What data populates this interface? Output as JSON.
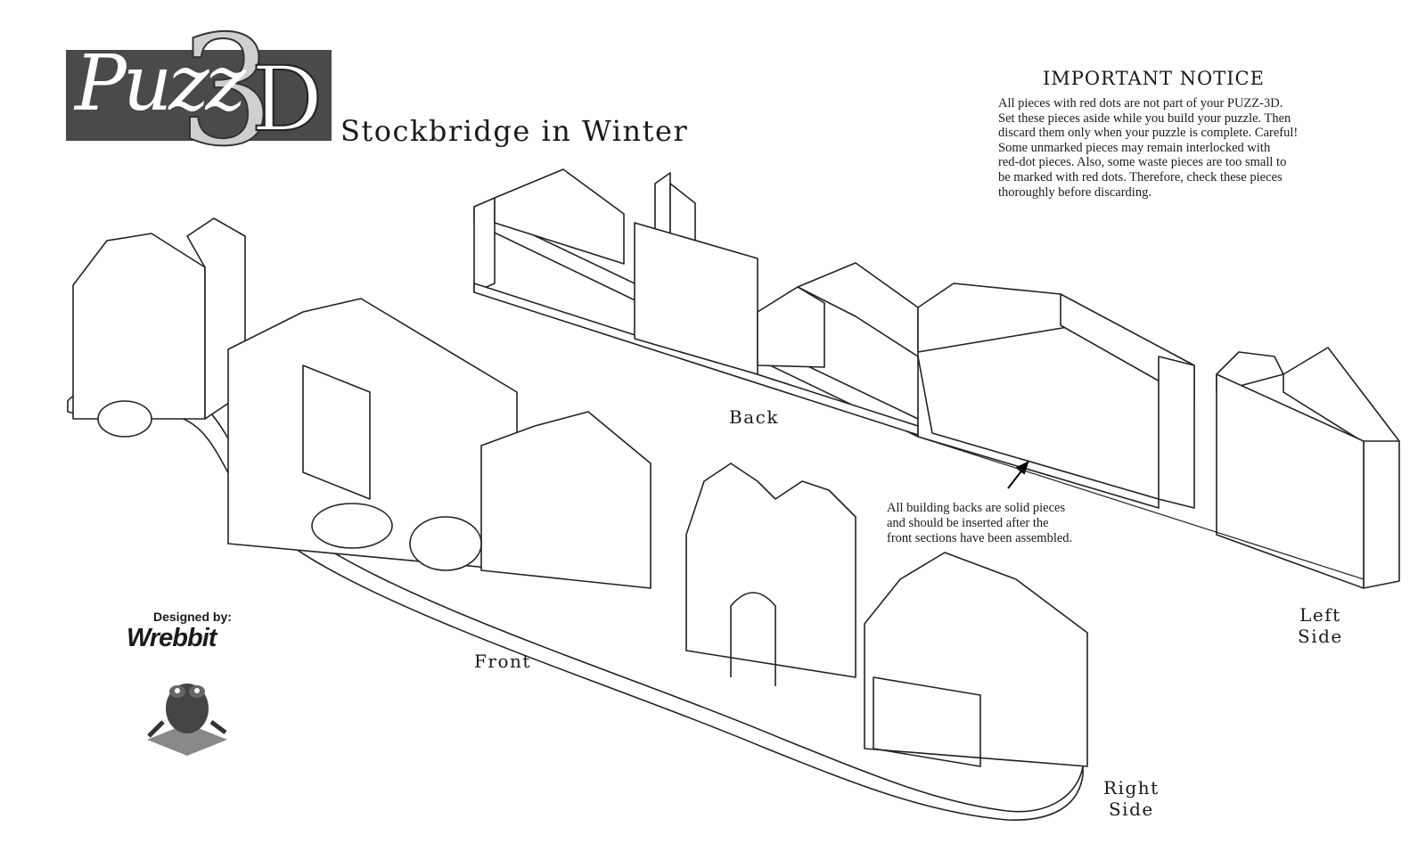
{
  "logo": {
    "part1": "Puzz",
    "part2": "3",
    "part3": "D"
  },
  "title": "Stockbridge in Winter",
  "notice": {
    "heading": "IMPORTANT NOTICE",
    "lines": [
      "All pieces with red dots are not part of your PUZZ-3D.",
      "Set these pieces aside while you build your puzzle. Then",
      "discard them only when your puzzle is complete. Careful!",
      "Some unmarked pieces may remain interlocked with",
      "red-dot pieces. Also, some waste pieces are too small to",
      "be marked with red dots. Therefore, check these pieces",
      "thoroughly before discarding."
    ]
  },
  "backs_note": [
    "All building backs are solid pieces",
    "and should be inserted after the",
    "front sections have been assembled."
  ],
  "labels": {
    "back": "Back",
    "front": "Front",
    "left_side": [
      "Left",
      "Side"
    ],
    "right_side": [
      "Right",
      "Side"
    ]
  },
  "credit": {
    "designed_by": "Designed by:",
    "brand": "Wrebbit"
  }
}
